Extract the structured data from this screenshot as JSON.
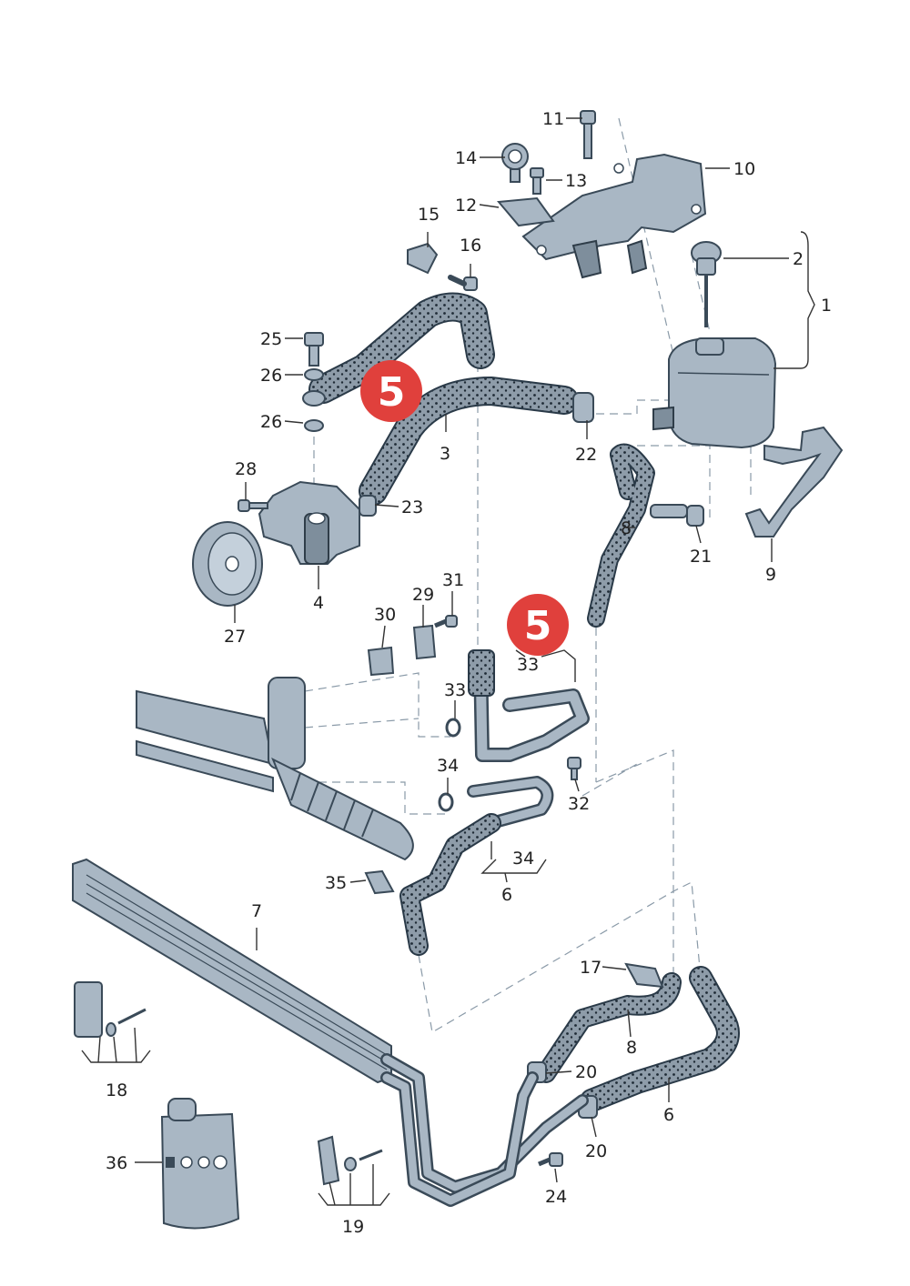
{
  "colors": {
    "badge": "#e0403c",
    "part_fill": "#a9b7c4",
    "part_outline": "#3a4a58",
    "hose_fill": "#8e9ca9",
    "hose_dots": "#1e2a35"
  },
  "badges": [
    "5",
    "5"
  ],
  "labels": {
    "l1": "1",
    "l2": "2",
    "l3": "3",
    "l4": "4",
    "l6a": "6",
    "l6b": "6",
    "l7": "7",
    "l8a": "8",
    "l8b": "8",
    "l9": "9",
    "l10": "10",
    "l11": "11",
    "l12": "12",
    "l13": "13",
    "l14": "14",
    "l15": "15",
    "l16": "16",
    "l17": "17",
    "l18": "18",
    "l19": "19",
    "l20a": "20",
    "l20b": "20",
    "l21": "21",
    "l22": "22",
    "l23": "23",
    "l24": "24",
    "l25": "25",
    "l26a": "26",
    "l26b": "26",
    "l27": "27",
    "l28": "28",
    "l29": "29",
    "l30": "30",
    "l31": "31",
    "l32": "32",
    "l33a": "33",
    "l33b": "33",
    "l34a": "34",
    "l34b": "34",
    "l35": "35",
    "l36": "36"
  }
}
